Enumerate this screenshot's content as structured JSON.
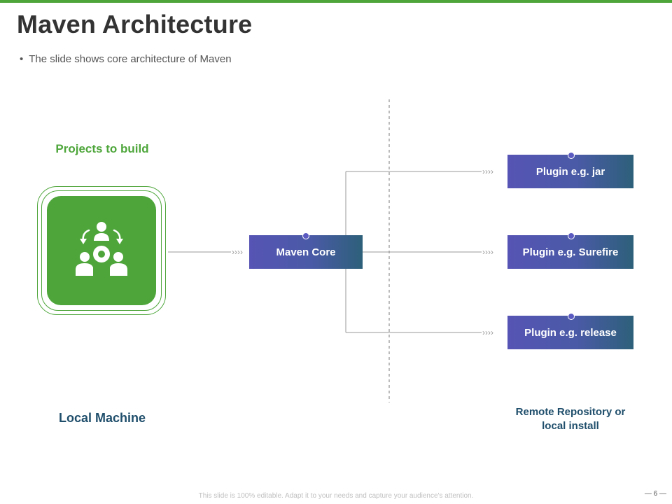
{
  "slide": {
    "title": "Maven Architecture",
    "bullet": "The slide shows core architecture  of Maven",
    "footer": "This slide is 100% editable. Adapt it to your needs and capture your audience's attention.",
    "page_number": "— 6 —",
    "colors": {
      "accent": "#4ea63b",
      "box_start": "#5654b4",
      "box_end": "#2d607a",
      "label_dark": "#1f4e6b"
    }
  },
  "diagram": {
    "projects_label": "Projects to build",
    "projects_icon": "team-gear-icon",
    "local_label": "Local Machine",
    "remote_label": "Remote Repository or local install",
    "core_label": "Maven Core",
    "plugins": [
      {
        "label": "Plugin e.g. jar"
      },
      {
        "label": "Plugin e.g. Surefire"
      },
      {
        "label": "Plugin e.g. release"
      }
    ],
    "arrow_glyph": "››››"
  }
}
